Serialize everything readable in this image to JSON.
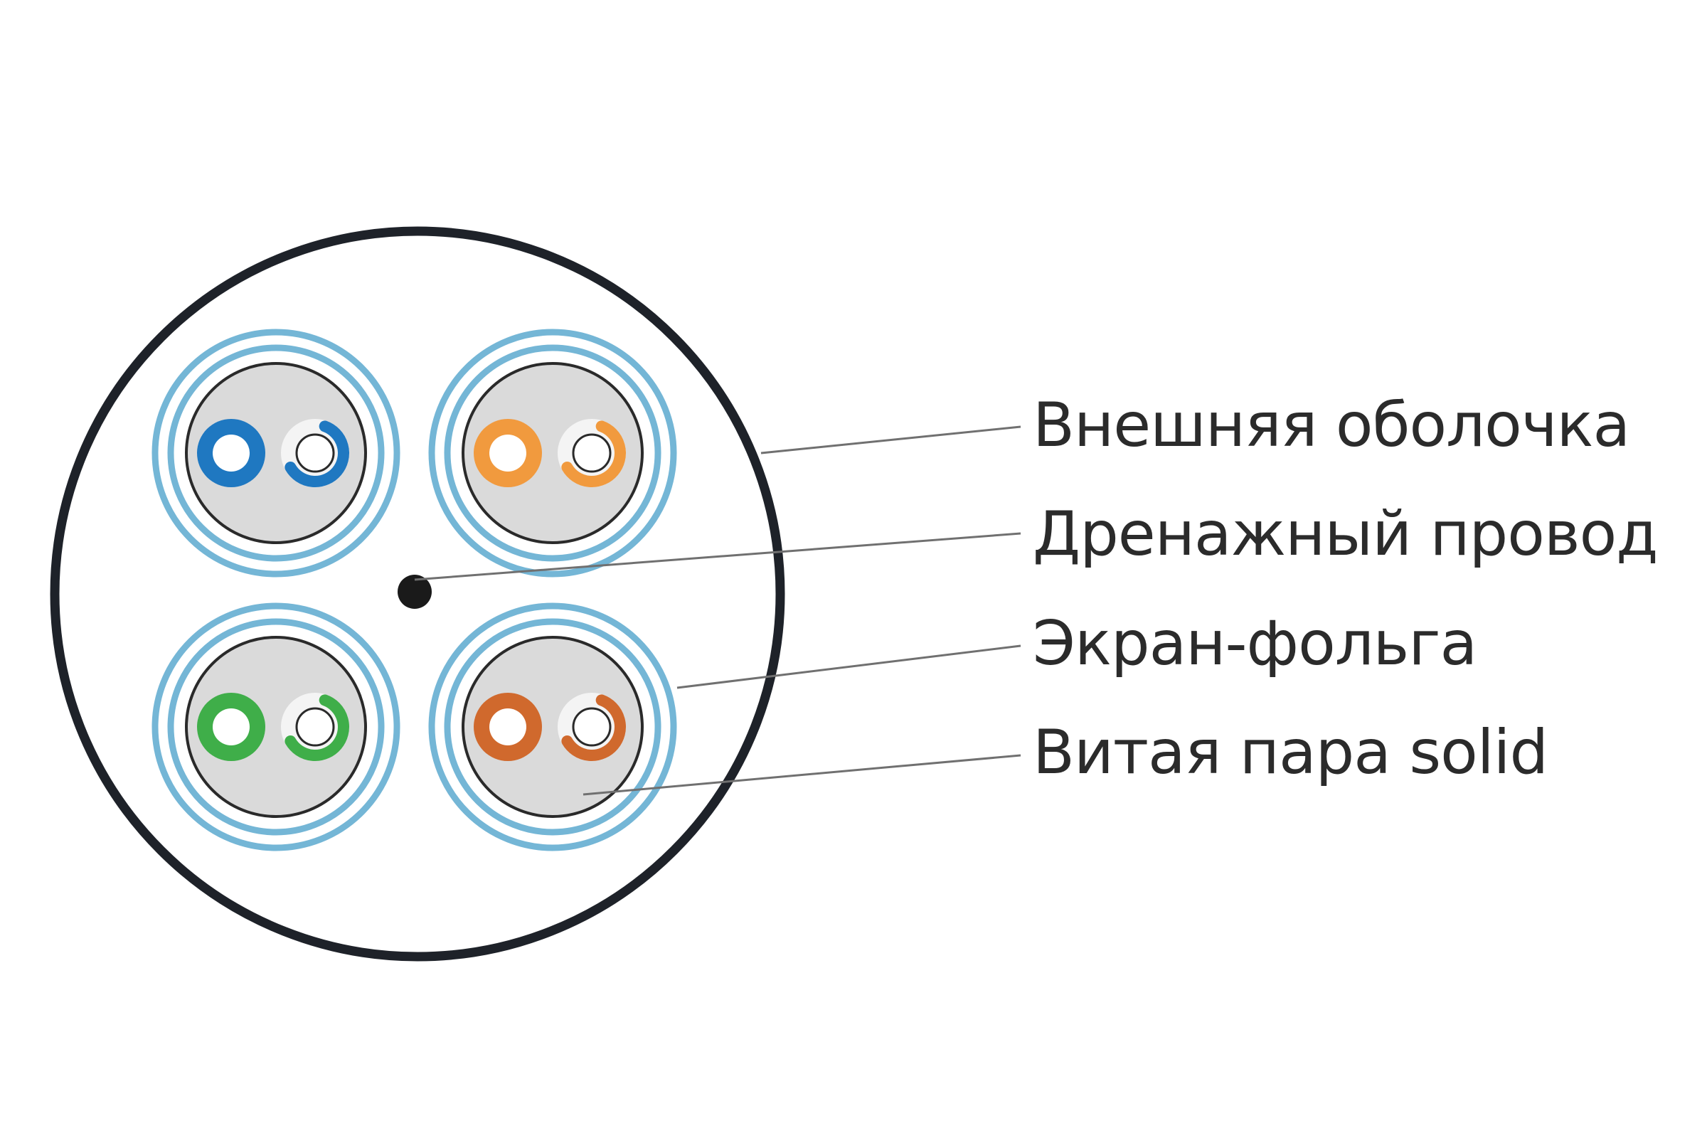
{
  "labels": {
    "outer_jacket": "Внешняя оболочка",
    "drain_wire": "Дренажный провод",
    "foil_shield": "Экран-фольга",
    "twisted_pair": "Витая пара solid"
  },
  "colors": {
    "jacket_outline": "#1e2229",
    "foil_ring": "#74b6d6",
    "pair_inner_fill": "#dadada",
    "pair_outline": "#2a2a2a",
    "drain_wire": "#1a1a1a",
    "leader_line": "#707070",
    "pairs": {
      "blue": "#1f78c1",
      "orange": "#f19a3e",
      "green": "#3fae49",
      "brown": "#d0692d"
    }
  },
  "pairs": [
    {
      "name": "blue",
      "color": "#1f78c1"
    },
    {
      "name": "orange",
      "color": "#f19a3e"
    },
    {
      "name": "green",
      "color": "#3fae49"
    },
    {
      "name": "brown",
      "color": "#d0692d"
    }
  ]
}
